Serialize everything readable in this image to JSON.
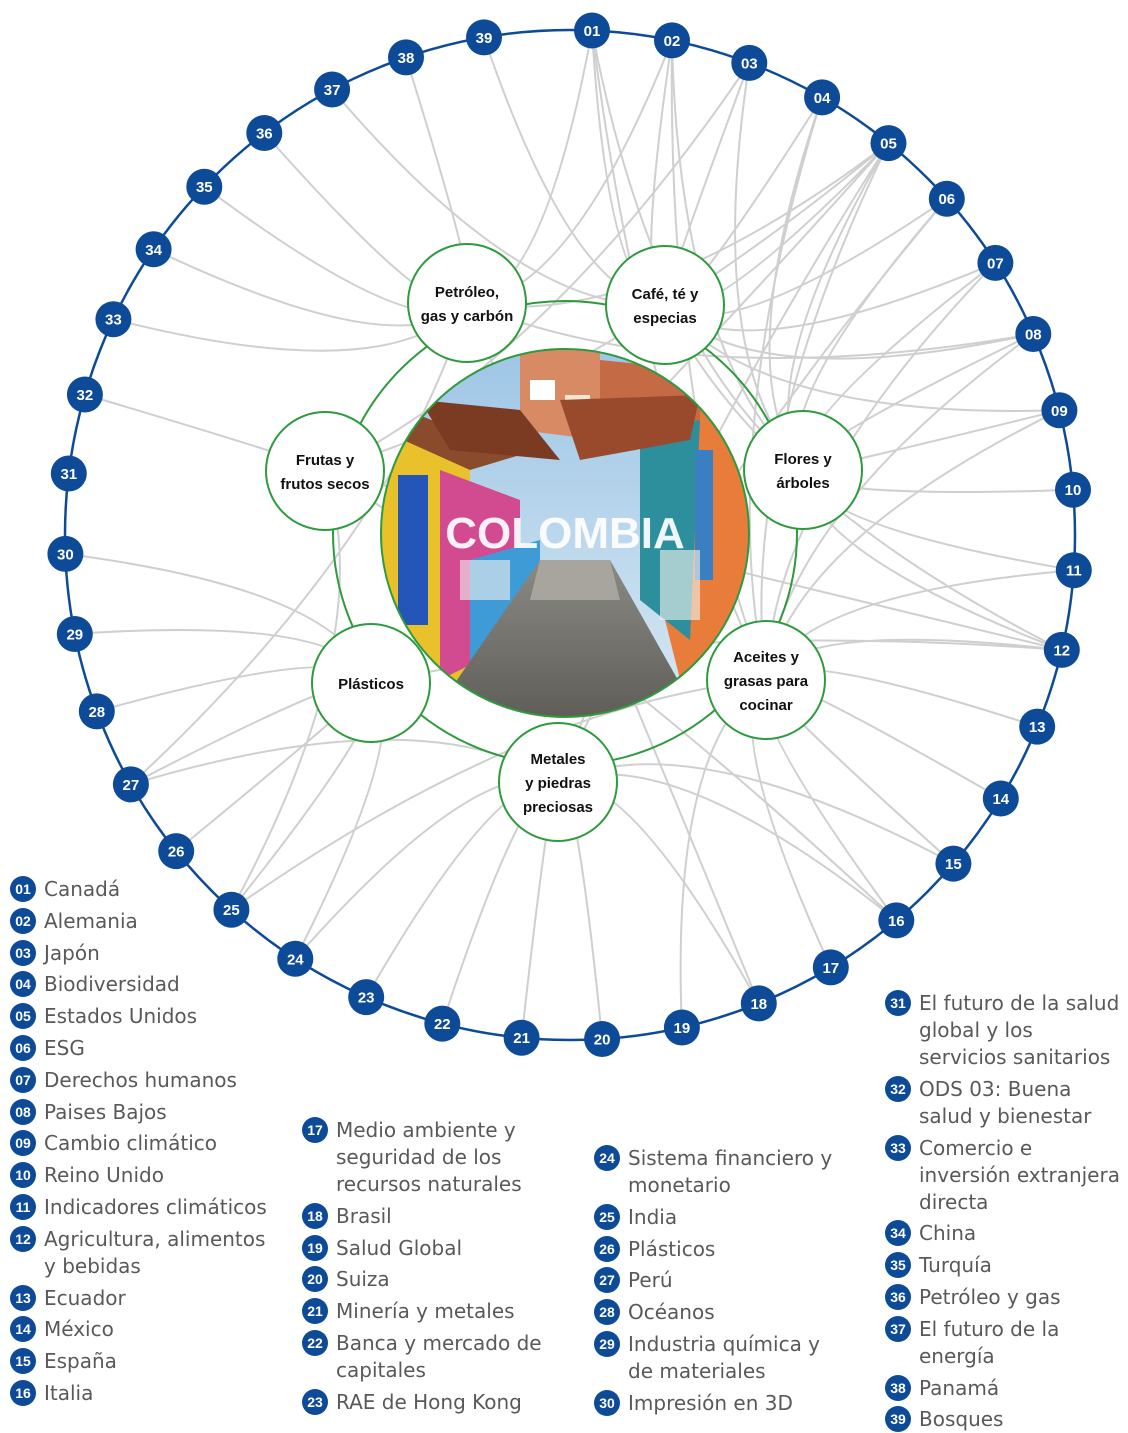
{
  "center": {
    "title": "COLOMBIA"
  },
  "hubs": [
    {
      "id": "petroleo",
      "lines": [
        "Petróleo,",
        "gas y carbón"
      ]
    },
    {
      "id": "cafe",
      "lines": [
        "Café, té y",
        "especias"
      ]
    },
    {
      "id": "flores",
      "lines": [
        "Flores y",
        "árboles"
      ]
    },
    {
      "id": "aceites",
      "lines": [
        "Aceites y",
        "grasas para",
        "cocinar"
      ]
    },
    {
      "id": "metales",
      "lines": [
        "Metales",
        "y piedras",
        "preciosas"
      ]
    },
    {
      "id": "plasticos",
      "lines": [
        "Plásticos"
      ]
    },
    {
      "id": "frutas",
      "lines": [
        "Frutas y",
        "frutos secos"
      ]
    }
  ],
  "nodes": [
    "01",
    "02",
    "03",
    "04",
    "05",
    "06",
    "07",
    "08",
    "09",
    "10",
    "11",
    "12",
    "13",
    "14",
    "15",
    "16",
    "17",
    "18",
    "19",
    "20",
    "21",
    "22",
    "23",
    "24",
    "25",
    "26",
    "27",
    "28",
    "29",
    "30",
    "31",
    "32",
    "33",
    "34",
    "35",
    "36",
    "37",
    "38",
    "39"
  ],
  "legend": {
    "col1": [
      {
        "num": "01",
        "text": "Canadá"
      },
      {
        "num": "02",
        "text": "Alemania"
      },
      {
        "num": "03",
        "text": "Japón"
      },
      {
        "num": "04",
        "text": "Biodiversidad"
      },
      {
        "num": "05",
        "text": "Estados Unidos"
      },
      {
        "num": "06",
        "text": "ESG"
      },
      {
        "num": "07",
        "text": "Derechos humanos"
      },
      {
        "num": "08",
        "text": "Paises Bajos"
      },
      {
        "num": "09",
        "text": "Cambio climático"
      },
      {
        "num": "10",
        "text": "Reino Unido"
      },
      {
        "num": "11",
        "text": "Indicadores climáticos"
      },
      {
        "num": "12",
        "text": "Agricultura, alimentos y bebidas"
      },
      {
        "num": "13",
        "text": "Ecuador"
      },
      {
        "num": "14",
        "text": "México"
      },
      {
        "num": "15",
        "text": "España"
      },
      {
        "num": "16",
        "text": "Italia"
      }
    ],
    "col2": [
      {
        "num": "17",
        "text": "Medio ambiente y seguridad de los recursos naturales"
      },
      {
        "num": "18",
        "text": "Brasil"
      },
      {
        "num": "19",
        "text": "Salud Global"
      },
      {
        "num": "20",
        "text": "Suiza"
      },
      {
        "num": "21",
        "text": "Minería y metales"
      },
      {
        "num": "22",
        "text": "Banca y mercado de capitales"
      },
      {
        "num": "23",
        "text": "RAE de Hong Kong"
      }
    ],
    "col3": [
      {
        "num": "24",
        "text": "Sistema financiero y monetario"
      },
      {
        "num": "25",
        "text": "India"
      },
      {
        "num": "26",
        "text": "Plásticos"
      },
      {
        "num": "27",
        "text": "Perú"
      },
      {
        "num": "28",
        "text": "Océanos"
      },
      {
        "num": "29",
        "text": "Industria química y de materiales"
      },
      {
        "num": "30",
        "text": "Impresión en 3D"
      }
    ],
    "col4": [
      {
        "num": "31",
        "text": "El futuro de la salud global y los servicios sanitarios"
      },
      {
        "num": "32",
        "text": "ODS 03: Buena salud y bienestar"
      },
      {
        "num": "33",
        "text": "Comercio e inversión extranjera directa"
      },
      {
        "num": "34",
        "text": "China"
      },
      {
        "num": "35",
        "text": "Turquía"
      },
      {
        "num": "36",
        "text": "Petróleo y gas"
      },
      {
        "num": "37",
        "text": "El futuro de la energía"
      },
      {
        "num": "38",
        "text": "Panamá"
      },
      {
        "num": "39",
        "text": "Bosques"
      }
    ]
  },
  "colors": {
    "node": "#0d4a98",
    "ring": "#0d4a98",
    "hub_border": "#2e9a3e",
    "link": "#cfcfcf",
    "legend_text": "#595959"
  },
  "links": [
    [
      "01",
      "petroleo"
    ],
    [
      "01",
      "cafe"
    ],
    [
      "01",
      "flores"
    ],
    [
      "01",
      "aceites"
    ],
    [
      "02",
      "cafe"
    ],
    [
      "02",
      "flores"
    ],
    [
      "02",
      "aceites"
    ],
    [
      "02",
      "petroleo"
    ],
    [
      "03",
      "cafe"
    ],
    [
      "03",
      "flores"
    ],
    [
      "03",
      "frutas"
    ],
    [
      "04",
      "flores"
    ],
    [
      "04",
      "cafe"
    ],
    [
      "04",
      "aceites"
    ],
    [
      "05",
      "petroleo"
    ],
    [
      "05",
      "cafe"
    ],
    [
      "05",
      "flores"
    ],
    [
      "05",
      "aceites"
    ],
    [
      "05",
      "metales"
    ],
    [
      "05",
      "frutas"
    ],
    [
      "05",
      "plasticos"
    ],
    [
      "06",
      "cafe"
    ],
    [
      "06",
      "flores"
    ],
    [
      "06",
      "metales"
    ],
    [
      "07",
      "cafe"
    ],
    [
      "07",
      "flores"
    ],
    [
      "07",
      "aceites"
    ],
    [
      "08",
      "petroleo"
    ],
    [
      "08",
      "cafe"
    ],
    [
      "08",
      "flores"
    ],
    [
      "08",
      "aceites"
    ],
    [
      "09",
      "cafe"
    ],
    [
      "09",
      "flores"
    ],
    [
      "09",
      "aceites"
    ],
    [
      "10",
      "flores"
    ],
    [
      "11",
      "flores"
    ],
    [
      "11",
      "aceites"
    ],
    [
      "12",
      "flores"
    ],
    [
      "12",
      "aceites"
    ],
    [
      "12",
      "cafe"
    ],
    [
      "12",
      "frutas"
    ],
    [
      "12",
      "plasticos"
    ],
    [
      "13",
      "aceites"
    ],
    [
      "14",
      "aceites"
    ],
    [
      "15",
      "aceites"
    ],
    [
      "15",
      "metales"
    ],
    [
      "16",
      "aceites"
    ],
    [
      "16",
      "metales"
    ],
    [
      "16",
      "frutas"
    ],
    [
      "17",
      "aceites"
    ],
    [
      "18",
      "metales"
    ],
    [
      "18",
      "petroleo"
    ],
    [
      "19",
      "aceites"
    ],
    [
      "20",
      "metales"
    ],
    [
      "21",
      "metales"
    ],
    [
      "22",
      "metales"
    ],
    [
      "23",
      "metales"
    ],
    [
      "24",
      "metales"
    ],
    [
      "24",
      "plasticos"
    ],
    [
      "25",
      "aceites"
    ],
    [
      "25",
      "plasticos"
    ],
    [
      "25",
      "frutas"
    ],
    [
      "26",
      "plasticos"
    ],
    [
      "27",
      "petroleo"
    ],
    [
      "27",
      "metales"
    ],
    [
      "27",
      "plasticos"
    ],
    [
      "28",
      "plasticos"
    ],
    [
      "29",
      "plasticos"
    ],
    [
      "30",
      "plasticos"
    ],
    [
      "32",
      "frutas"
    ],
    [
      "33",
      "petroleo"
    ],
    [
      "34",
      "petroleo"
    ],
    [
      "35",
      "petroleo"
    ],
    [
      "36",
      "petroleo"
    ],
    [
      "37",
      "cafe"
    ],
    [
      "38",
      "petroleo"
    ],
    [
      "39",
      "cafe"
    ]
  ]
}
